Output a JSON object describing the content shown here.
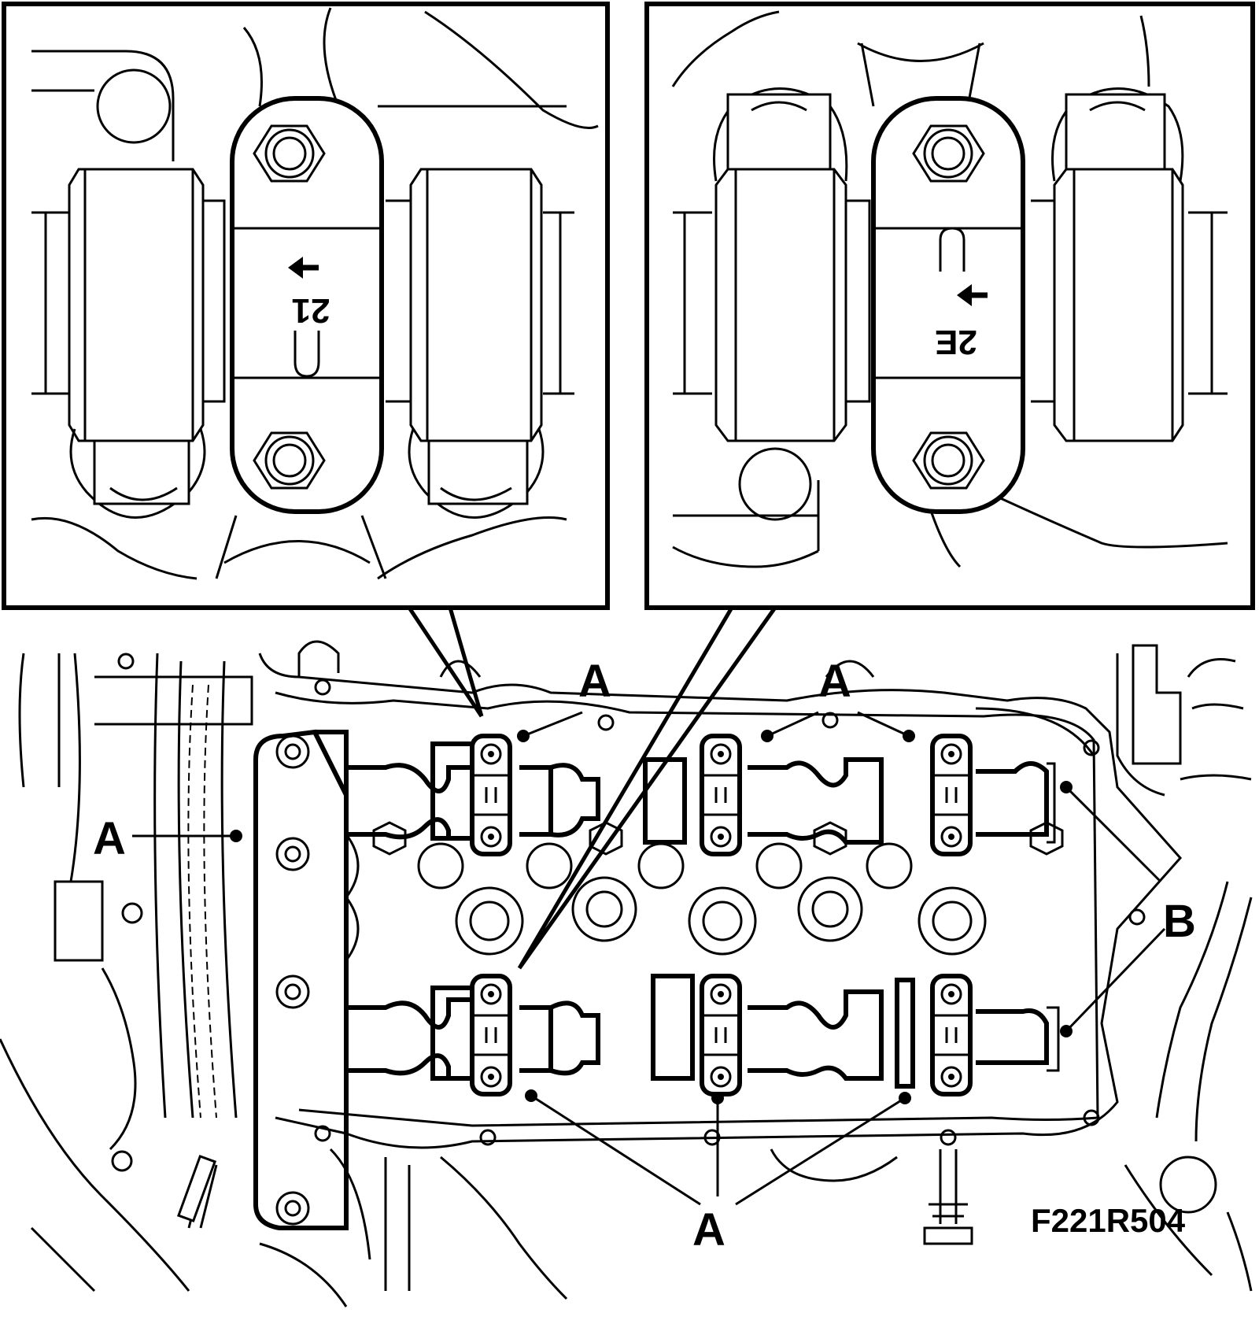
{
  "figure_id": "F221R504",
  "callouts": {
    "A": "A",
    "B": "B"
  },
  "inset_left": {
    "cap_mark": "21"
  },
  "inset_right": {
    "cap_mark": "2E"
  },
  "colors": {
    "line": "#000000",
    "background": "#ffffff"
  }
}
